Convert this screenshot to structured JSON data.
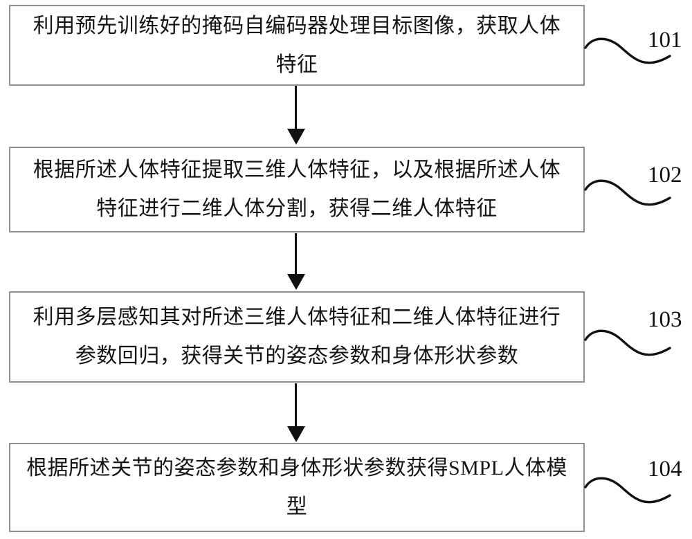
{
  "figure": {
    "type": "flowchart",
    "background_color": "#ffffff",
    "box_border_color": "#8f8f8f",
    "text_color": "#141414",
    "arrow_color": "#111111",
    "steps": [
      {
        "label": "101",
        "text": "利用预先训练好的掩码自编码器处理目标图像，获取人体\n特征"
      },
      {
        "label": "102",
        "text": "根据所述人体特征提取三维人体特征，以及根据所述人体\n特征进行二维人体分割，获得二维人体特征"
      },
      {
        "label": "103",
        "text": "利用多层感知其对所述三维人体特征和二维人体特征进行\n参数回归，获得关节的姿态参数和身体形状参数"
      },
      {
        "label": "104",
        "text": "根据所述关节的姿态参数和身体形状参数获得SMPL人体模\n型"
      }
    ]
  }
}
